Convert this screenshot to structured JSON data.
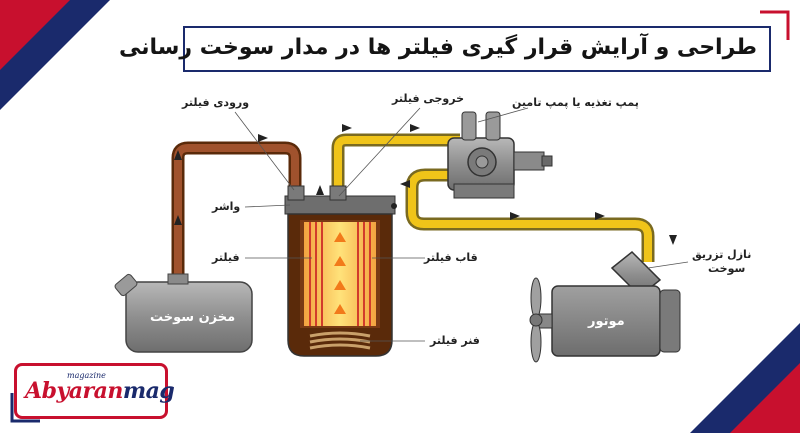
{
  "title": "طراحی و آرایش قرار گیری فیلتر ها در مدار سوخت رسانی",
  "labels": {
    "filter_inlet": "ورودی فیلتر",
    "filter_outlet": "خروجی فیلتر",
    "pump": "پمپ تغذیه یا پمپ تامین",
    "washer": "واشر",
    "filter": "فیلتر",
    "filter_frame": "قاب فیلتر",
    "filter_spring": "فنر فیلتر",
    "fuel_tank": "مخزن سوخت",
    "engine": "موتور",
    "injector_line1": "نازل تزریق",
    "injector_line2": "سوخت"
  },
  "logo": {
    "main": "Abyaran",
    "accent": "mag",
    "sub": "magazine"
  },
  "colors": {
    "navy": "#1a2a6c",
    "red": "#c8102e",
    "fuel_dirty": "#8b4513",
    "fuel_clean": "#f0c419"
  }
}
